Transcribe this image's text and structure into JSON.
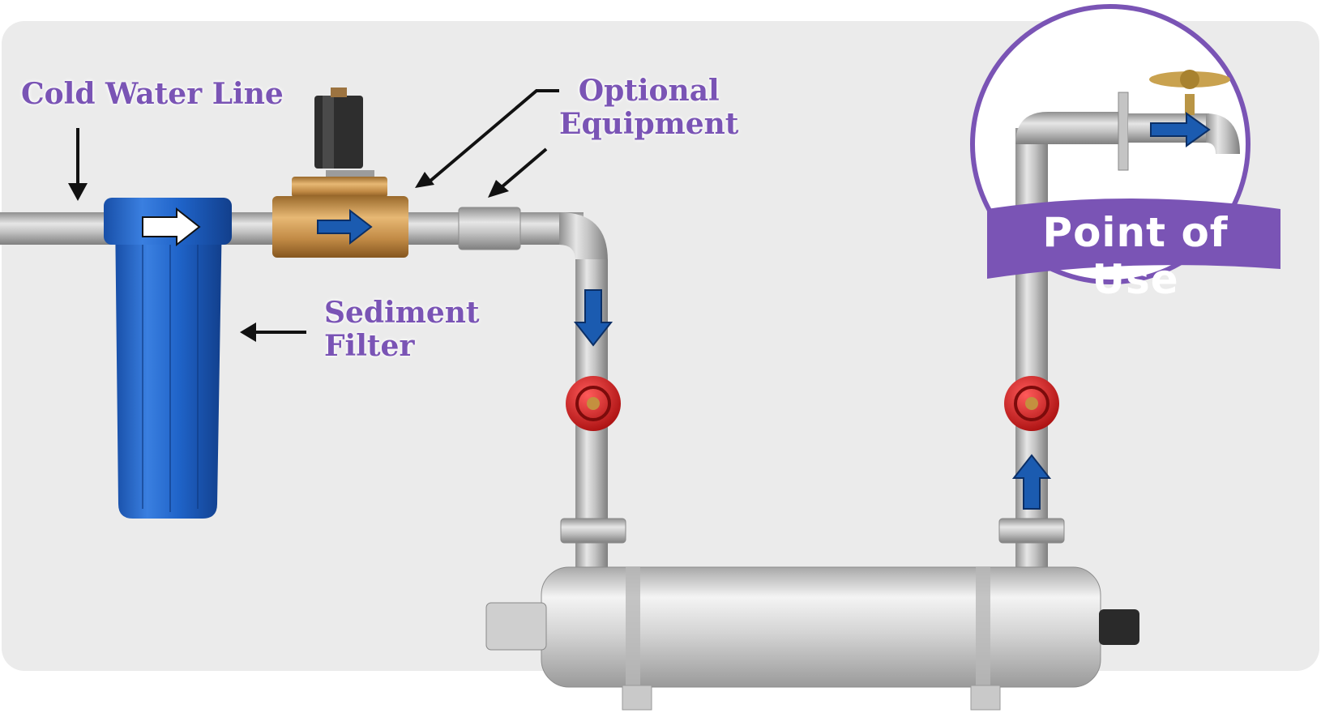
{
  "labels": {
    "cold_water_line": "Cold Water Line",
    "optional_equipment_line1": "Optional",
    "optional_equipment_line2": "Equipment",
    "sediment_filter_line1": "Sediment",
    "sediment_filter_line2": "Filter",
    "point_of_use": "Point of Use"
  },
  "colors": {
    "label_text": "#7a54b5",
    "banner": "#7a54b5",
    "wall": "#ebebeb",
    "pipe": "#bcbcbc",
    "filter": "#1f63c8",
    "valve_body": "#c9964f",
    "handle_valve": "#d42020",
    "flow_arrow": "#1b5bb0"
  },
  "icons": {
    "flow_arrow": "arrow-right-icon",
    "pointer_arrow": "pointer-arrow-icon",
    "gate_valve": "gate-valve-icon",
    "faucet": "faucet-icon"
  }
}
